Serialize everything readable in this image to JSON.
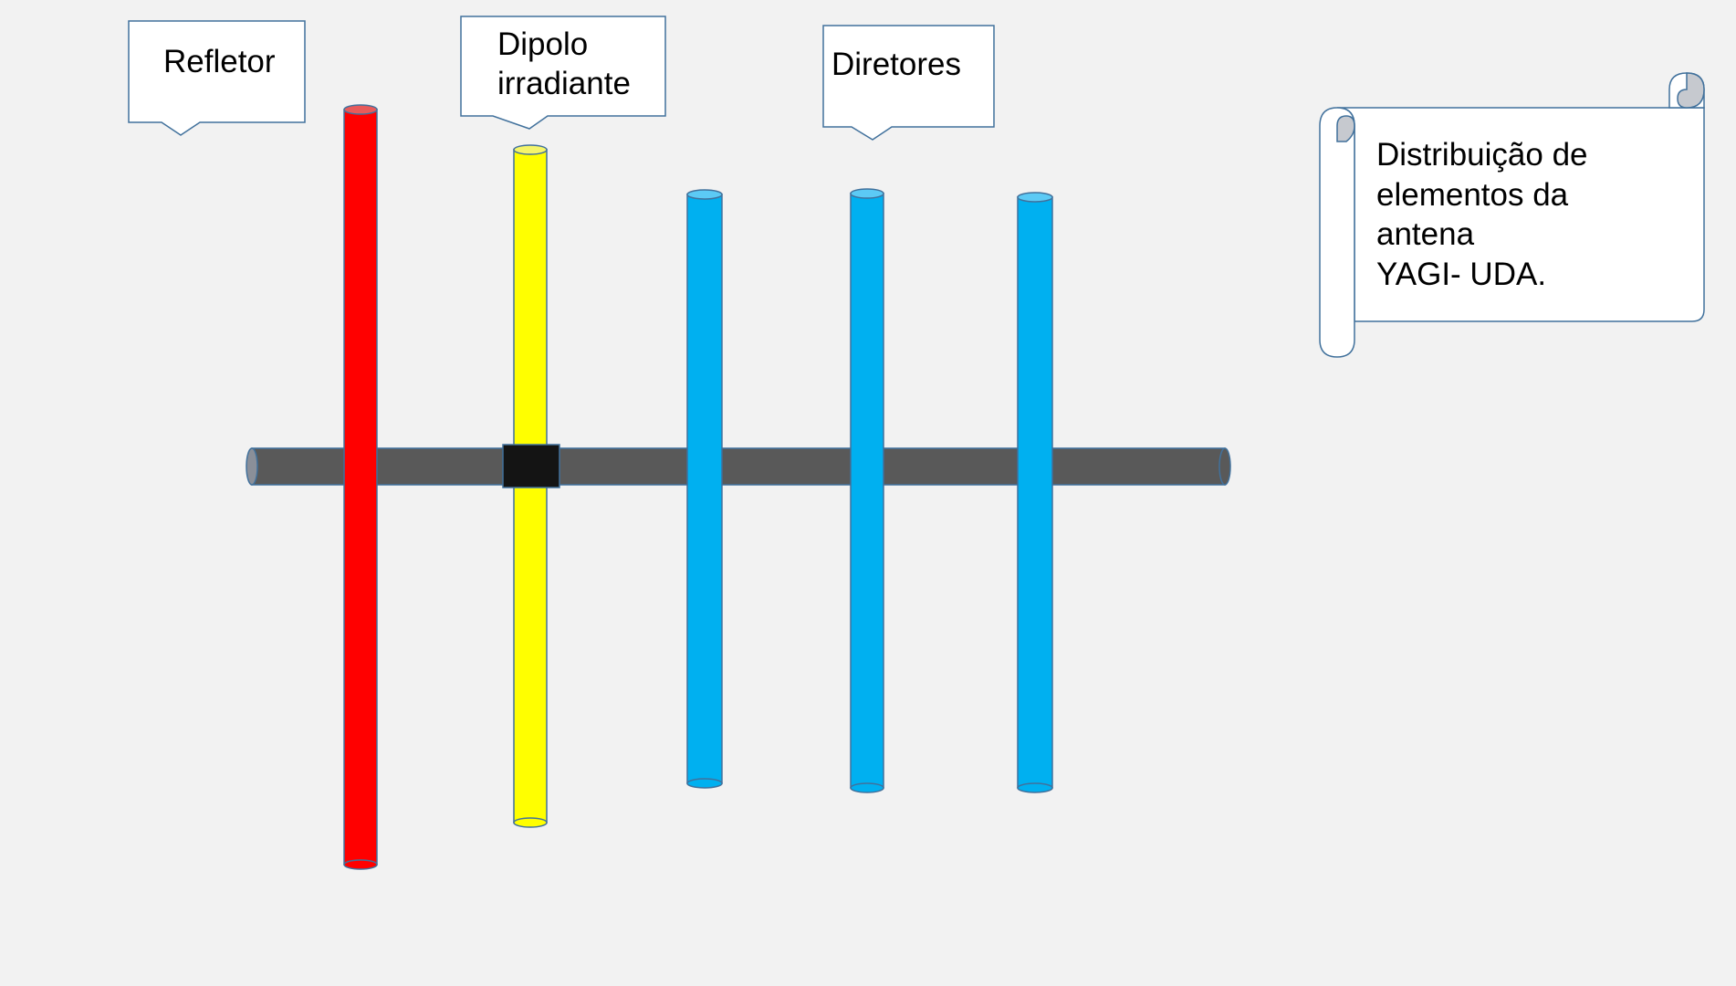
{
  "callouts": {
    "refletor": "Refletor",
    "dipolo": "Dipolo\nirradiante",
    "diretores": "Diretores"
  },
  "scroll": {
    "lines": [
      "Distribuição de",
      "elementos da",
      "antena",
      "YAGI- UDA."
    ]
  },
  "colors": {
    "background": "#f2f2f2",
    "boom": "#595959",
    "reflector": "#ff0000",
    "dipole": "#ffff00",
    "director": "#00b0f0",
    "feed_block": "#141414",
    "outline": "#41719c"
  }
}
